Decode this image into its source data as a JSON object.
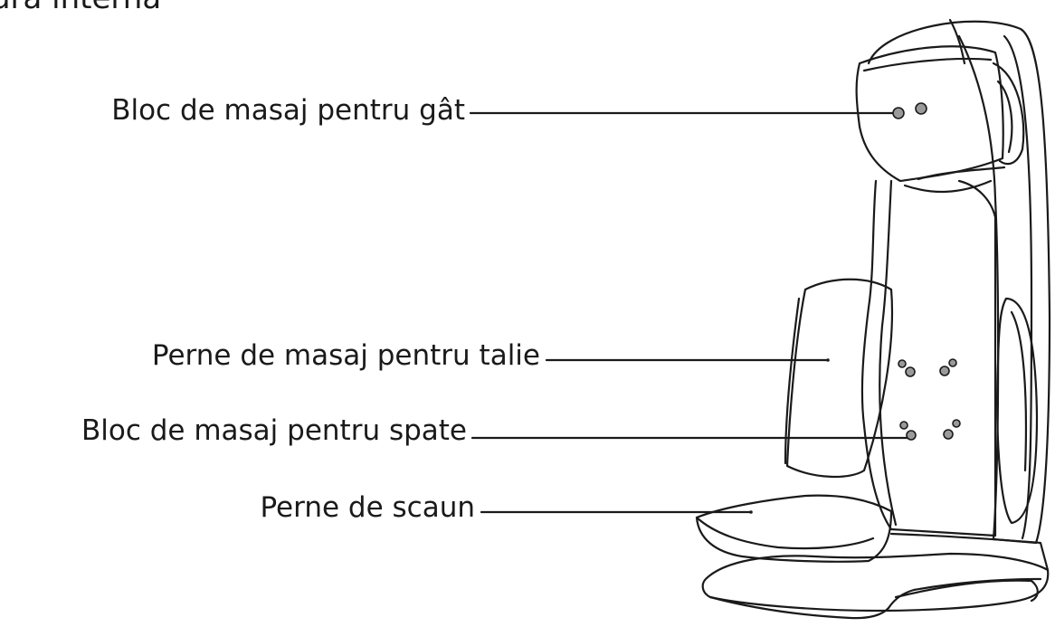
{
  "title": "ura internă",
  "labels": {
    "neck": "Bloc de masaj pentru gât",
    "waist": "Perne de masaj pentru talie",
    "back": "Bloc de masaj pentru spate",
    "seat": "Perne de scaun"
  },
  "colors": {
    "line": "#1a1a1a",
    "node_fill": "#9a9a9a",
    "background": "#ffffff"
  }
}
